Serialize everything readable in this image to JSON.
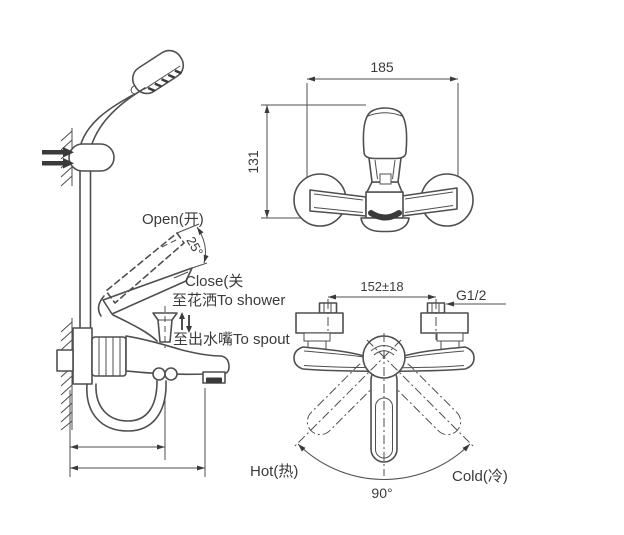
{
  "title": "Wall-mounted bath shower mixer installation diagram",
  "colors": {
    "line": "#4f4f4f",
    "text": "#3b3b3b",
    "background": "#ffffff",
    "accent_dark": "#3a3a3a"
  },
  "views": {
    "side": {
      "open_label": "Open(开)",
      "open_angle": "25°",
      "close_label": "Close(关",
      "to_shower_label": "至花洒To shower",
      "to_spout_label": "至出水嘴To spout"
    },
    "front": {
      "width_dim": "185",
      "height_dim": "131"
    },
    "top": {
      "hole_spacing_dim": "152±18",
      "thread_label": "G1/2",
      "hot_label": "Hot(热)",
      "cold_label": "Cold(冷)",
      "swing_angle": "90°"
    }
  }
}
